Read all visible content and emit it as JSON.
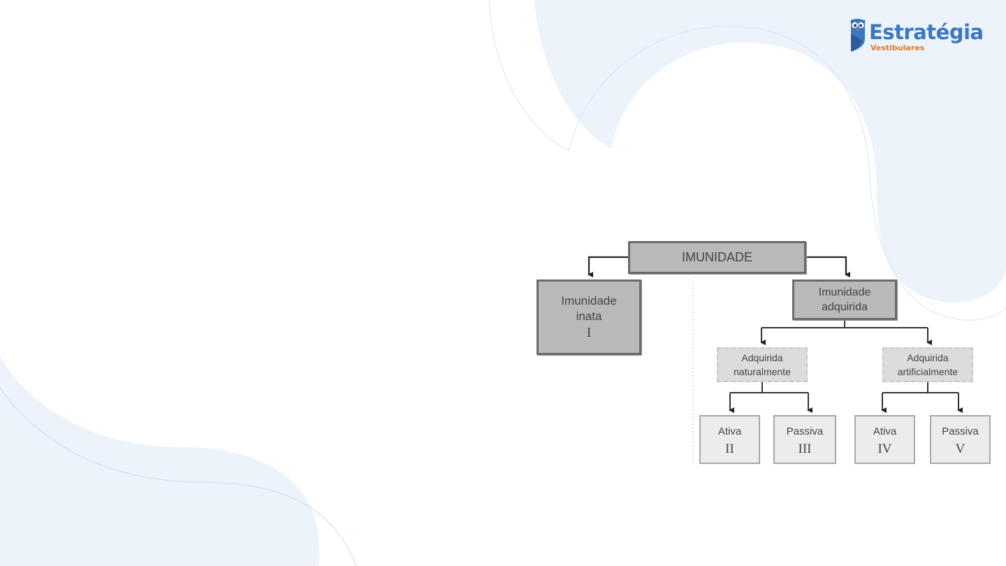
{
  "brand": {
    "name": "Estratégia",
    "subtitle": "Vestibulares",
    "colors": {
      "primary": "#3a78c2",
      "accent": "#e07a2c"
    }
  },
  "background": {
    "blob_color": "#edf3fb",
    "line_color": "#c9dcef"
  },
  "diagram": {
    "root": "IMUNIDADE",
    "inata": {
      "label": "Imunidade inata",
      "numeral": "I"
    },
    "adquirida": {
      "label": "Imunidade adquirida"
    },
    "naturalmente": {
      "label": "Adquirida naturalmente"
    },
    "artificialmente": {
      "label": "Adquirida artificialmente"
    },
    "leaves": [
      {
        "label": "Ativa",
        "numeral": "II"
      },
      {
        "label": "Passiva",
        "numeral": "III"
      },
      {
        "label": "Ativa",
        "numeral": "IV"
      },
      {
        "label": "Passiva",
        "numeral": "V"
      }
    ]
  }
}
